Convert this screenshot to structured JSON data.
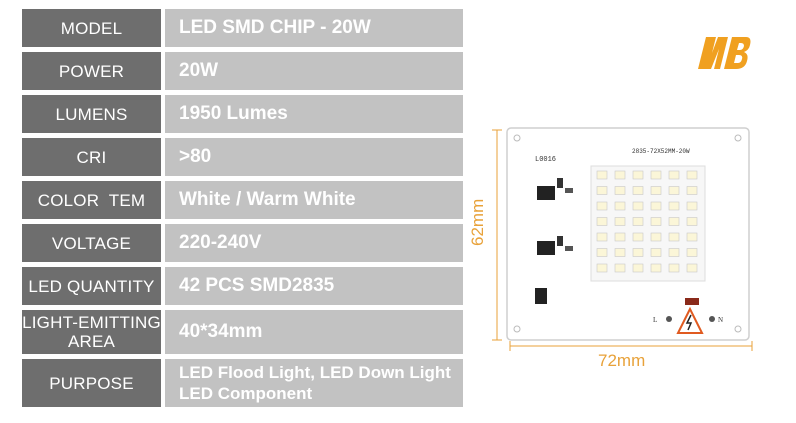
{
  "specs": [
    {
      "label": "MODEL",
      "value": "LED SMD CHIP - 20W"
    },
    {
      "label": "POWER",
      "value": "20W"
    },
    {
      "label": "LUMENS",
      "value": "1950 Lumes"
    },
    {
      "label": "CRI",
      "value": ">80"
    },
    {
      "label": "COLOR  TEM",
      "value": "White / Warm White"
    },
    {
      "label": "VOLTAGE",
      "value": "220-240V"
    },
    {
      "label": "LED QUANTITY",
      "value": "42 PCS SMD2835"
    }
  ],
  "area": {
    "label_line1": "LIGHT-EMITTING",
    "label_line2": "AREA",
    "value": "40*34mm"
  },
  "purpose": {
    "label": "PURPOSE",
    "line1": "LED Flood Light, LED Down Light",
    "line2": "LED Component"
  },
  "dimensions": {
    "height": "62mm",
    "width": "72mm"
  },
  "board": {
    "code_left": "L0016",
    "code_top": "2835-72X52MM-20W",
    "pin_l": "L",
    "pin_n": "N"
  },
  "colors": {
    "label_bg": "#6e6e6e",
    "value_bg": "#c2c2c2",
    "accent": "#e8a23a"
  }
}
